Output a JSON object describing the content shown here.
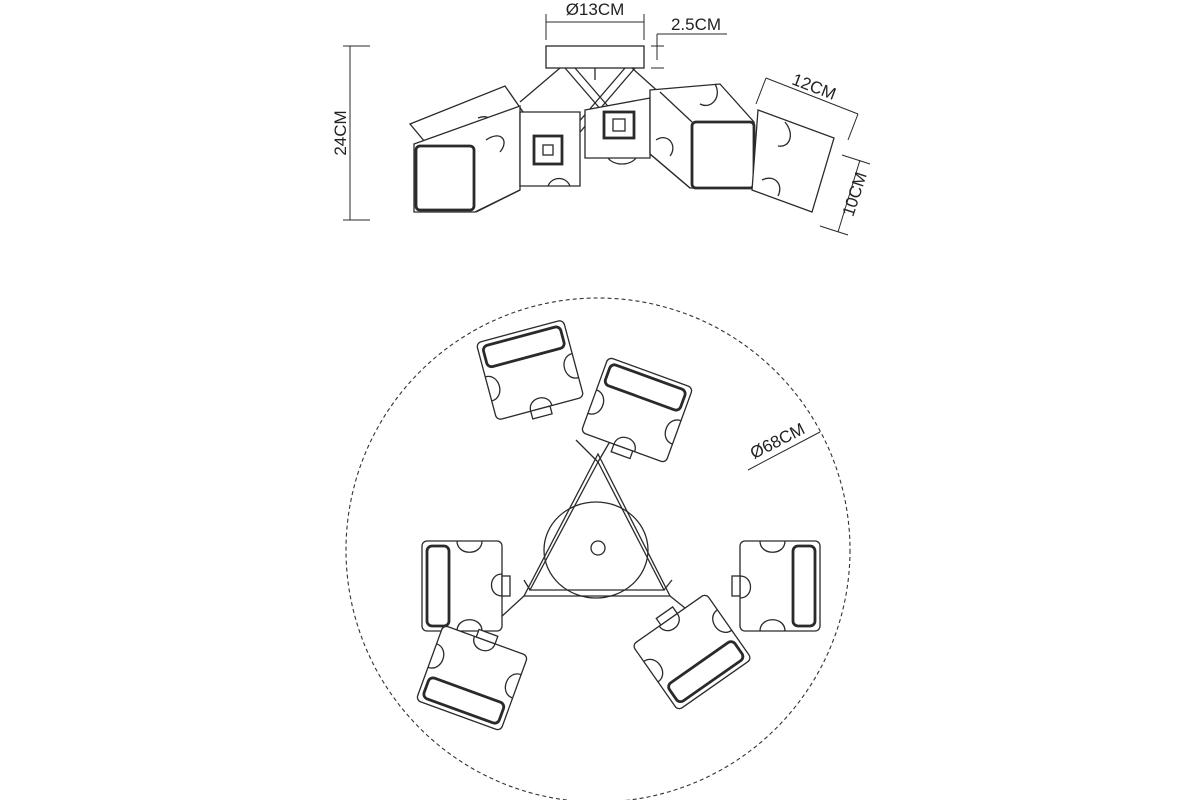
{
  "dimensions": {
    "canopy_diameter": "Ø13CM",
    "canopy_height": "2.5CM",
    "total_height": "24CM",
    "shade_width": "12CM",
    "shade_height": "10CM",
    "overall_diameter": "Ø68CM"
  },
  "colors": {
    "line": "#2a2a2a",
    "background": "#ffffff"
  }
}
